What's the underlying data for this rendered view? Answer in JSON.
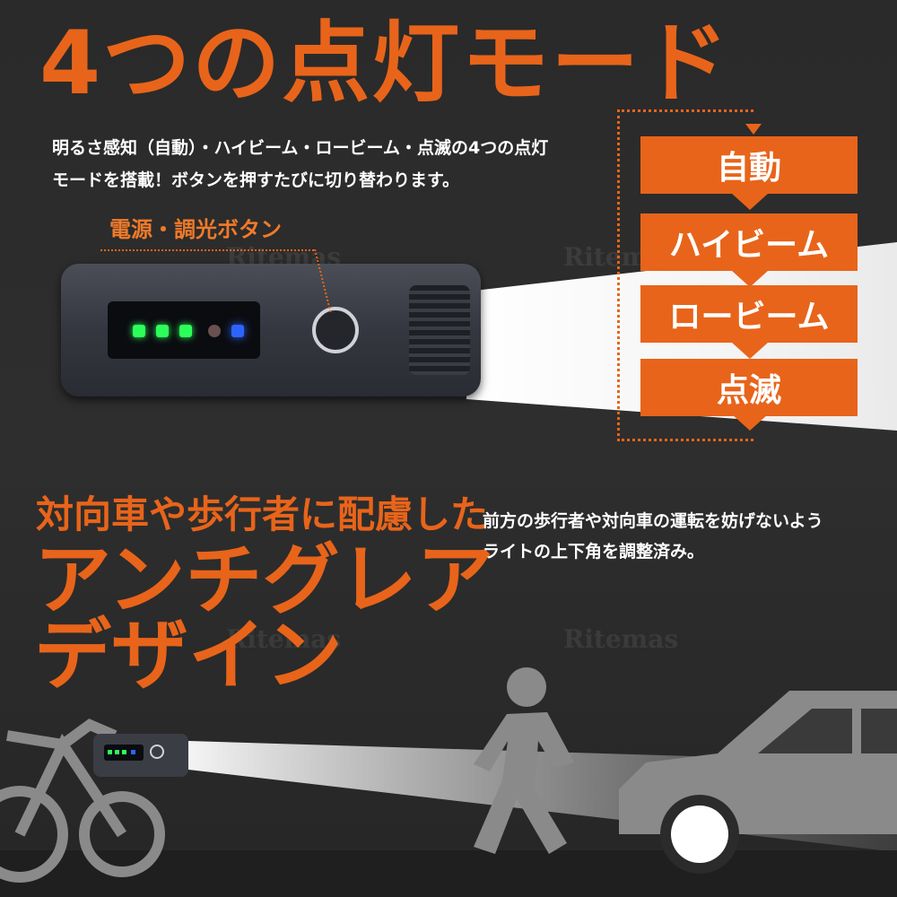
{
  "header": {
    "title": "4つの点灯モード",
    "desc_line1": "明るさ感知（自動）・ハイビーム・ロービーム・点滅の4つの点灯",
    "desc_line2": "モードを搭載！ボタンを押すたびに切り替わります。"
  },
  "device": {
    "button_label": "電源・調光ボタン"
  },
  "modes": [
    {
      "label": "自動"
    },
    {
      "label": "ハイビーム"
    },
    {
      "label": "ロービーム"
    },
    {
      "label": "点滅"
    }
  ],
  "antiglare": {
    "subtitle": "対向車や歩行者に配慮した",
    "title_line1": "アンチグレア",
    "title_line2": "デザイン",
    "desc_line1": "前方の歩行者や対向車の運転を妨げないよう",
    "desc_line2": "ライトの上下角を調整済み。"
  },
  "watermark": "Ritemas",
  "colors": {
    "accent": "#e8641a",
    "background": "#2b2b2b",
    "text": "#ffffff",
    "silhouette": "#8a8a8a"
  }
}
